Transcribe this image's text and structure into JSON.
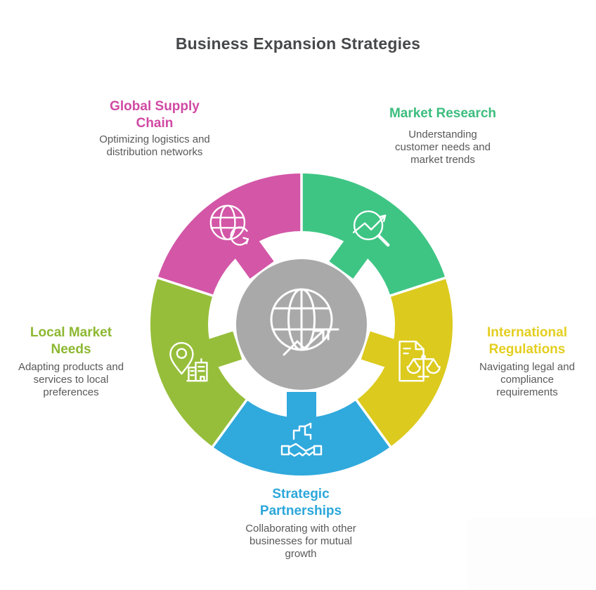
{
  "header": {
    "title": "Business Expansion Strategies"
  },
  "colors": {
    "background": "#ffffff",
    "heading_text": "#47484a",
    "description_text": "#59595b",
    "icon_stroke": "#ffffff",
    "segment_gap": "#ffffff"
  },
  "diagram": {
    "type": "cycle-donut",
    "center": {
      "icon": "globe-growth-icon",
      "color": "#a9a9a9"
    },
    "segments": [
      {
        "id": "market-research",
        "label": "Market Research",
        "description": "Understanding customer needs and market trends",
        "color": "#3ec584",
        "label_color": "#3cbd7e",
        "icon": "magnifier-trend-icon",
        "start_angle": 0,
        "end_angle": 72
      },
      {
        "id": "international-regulations",
        "label": "International Regulations",
        "description": "Navigating legal and compliance requirements",
        "color": "#dcca1e",
        "label_color": "#e4ce1f",
        "icon": "document-scales-icon",
        "start_angle": 72,
        "end_angle": 144
      },
      {
        "id": "strategic-partnerships",
        "label": "Strategic Partnerships",
        "description": "Collaborating with other businesses for mutual growth",
        "color": "#30a9dd",
        "label_color": "#2ba7da",
        "icon": "handshake-building-icon",
        "start_angle": 144,
        "end_angle": 216
      },
      {
        "id": "local-market-needs",
        "label": "Local Market Needs",
        "description": "Adapting products and services to local preferences",
        "color": "#96be3a",
        "label_color": "#8db832",
        "icon": "map-pin-building-icon",
        "start_angle": 216,
        "end_angle": 288
      },
      {
        "id": "global-supply-chain",
        "label": "Global Supply Chain",
        "description": "Optimizing logistics and distribution networks",
        "color": "#d356a7",
        "label_color": "#d04aa3",
        "icon": "globe-refresh-icon",
        "start_angle": 288,
        "end_angle": 360
      }
    ]
  }
}
